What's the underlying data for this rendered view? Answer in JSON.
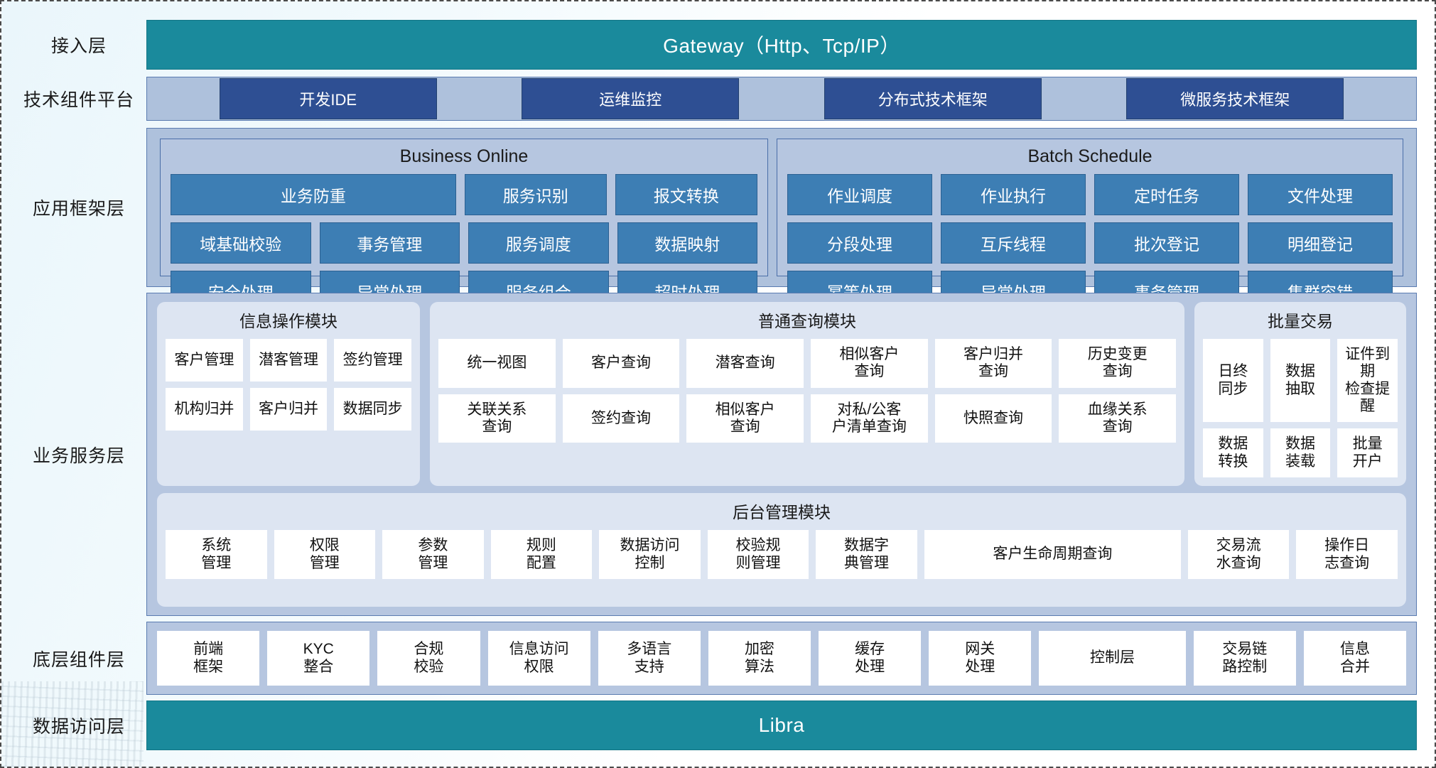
{
  "layers": {
    "access": {
      "label": "接入层",
      "bar": "Gateway（Http、Tcp/IP）"
    },
    "tech": {
      "label": "技术组件平台",
      "chips": [
        "开发IDE",
        "运维监控",
        "分布式技术框架",
        "微服务技术框架"
      ]
    },
    "app": {
      "label": "应用框架层",
      "online": {
        "title": "Business Online",
        "rows": [
          [
            "业务防重",
            "服务识别",
            "报文转换"
          ],
          [
            "域基础校验",
            "事务管理",
            "服务调度",
            "数据映射"
          ],
          [
            "安全处理",
            "异常处理",
            "服务组合",
            "超时处理"
          ]
        ]
      },
      "batch": {
        "title": "Batch Schedule",
        "rows": [
          [
            "作业调度",
            "作业执行",
            "定时任务",
            "文件处理"
          ],
          [
            "分段处理",
            "互斥线程",
            "批次登记",
            "明细登记"
          ],
          [
            "幂等处理",
            "异常处理",
            "事务管理",
            "集群容错"
          ]
        ]
      }
    },
    "business": {
      "label": "业务服务层",
      "info": {
        "title": "信息操作模块",
        "rows": [
          [
            "客户管理",
            "潜客管理",
            "签约管理"
          ],
          [
            "机构归并",
            "客户归并",
            "数据同步"
          ]
        ]
      },
      "query": {
        "title": "普通查询模块",
        "rows": [
          [
            "统一视图",
            "客户查询",
            "潜客查询",
            "相似客户\n查询",
            "客户归并\n查询",
            "历史变更\n查询"
          ],
          [
            "关联关系\n查询",
            "签约查询",
            "相似客户\n查询",
            "对私/公客\n户清单查询",
            "快照查询",
            "血缘关系\n查询"
          ]
        ]
      },
      "batchtx": {
        "title": "批量交易",
        "rows": [
          [
            "日终\n同步",
            "数据\n抽取",
            "证件到期\n检查提醒"
          ],
          [
            "数据\n转换",
            "数据\n装载",
            "批量\n开户"
          ]
        ]
      },
      "admin": {
        "title": "后台管理模块",
        "cells": [
          "系统\n管理",
          "权限\n管理",
          "参数\n管理",
          "规则\n配置",
          "数据访问\n控制",
          "校验规\n则管理",
          "数据字\n典管理",
          "客户生命周期查询",
          "交易流\n水查询",
          "操作日\n志查询"
        ]
      }
    },
    "component": {
      "label": "底层组件层",
      "cells": [
        "前端\n框架",
        "KYC\n整合",
        "合规\n校验",
        "信息访问\n权限",
        "多语言\n支持",
        "加密\n算法",
        "缓存\n处理",
        "网关\n处理",
        "控制层",
        "交易链\n路控制",
        "信息\n合并"
      ]
    },
    "data": {
      "label": "数据访问层",
      "bar": "Libra"
    }
  },
  "colors": {
    "teal": "#1a8a9c",
    "tech_chip": "#2e4f93",
    "app_cell": "#3d7eb4",
    "band": "#aec1dc",
    "group": "#b6c6e0",
    "group_light": "#dde5f2",
    "cell": "#ffffff"
  }
}
